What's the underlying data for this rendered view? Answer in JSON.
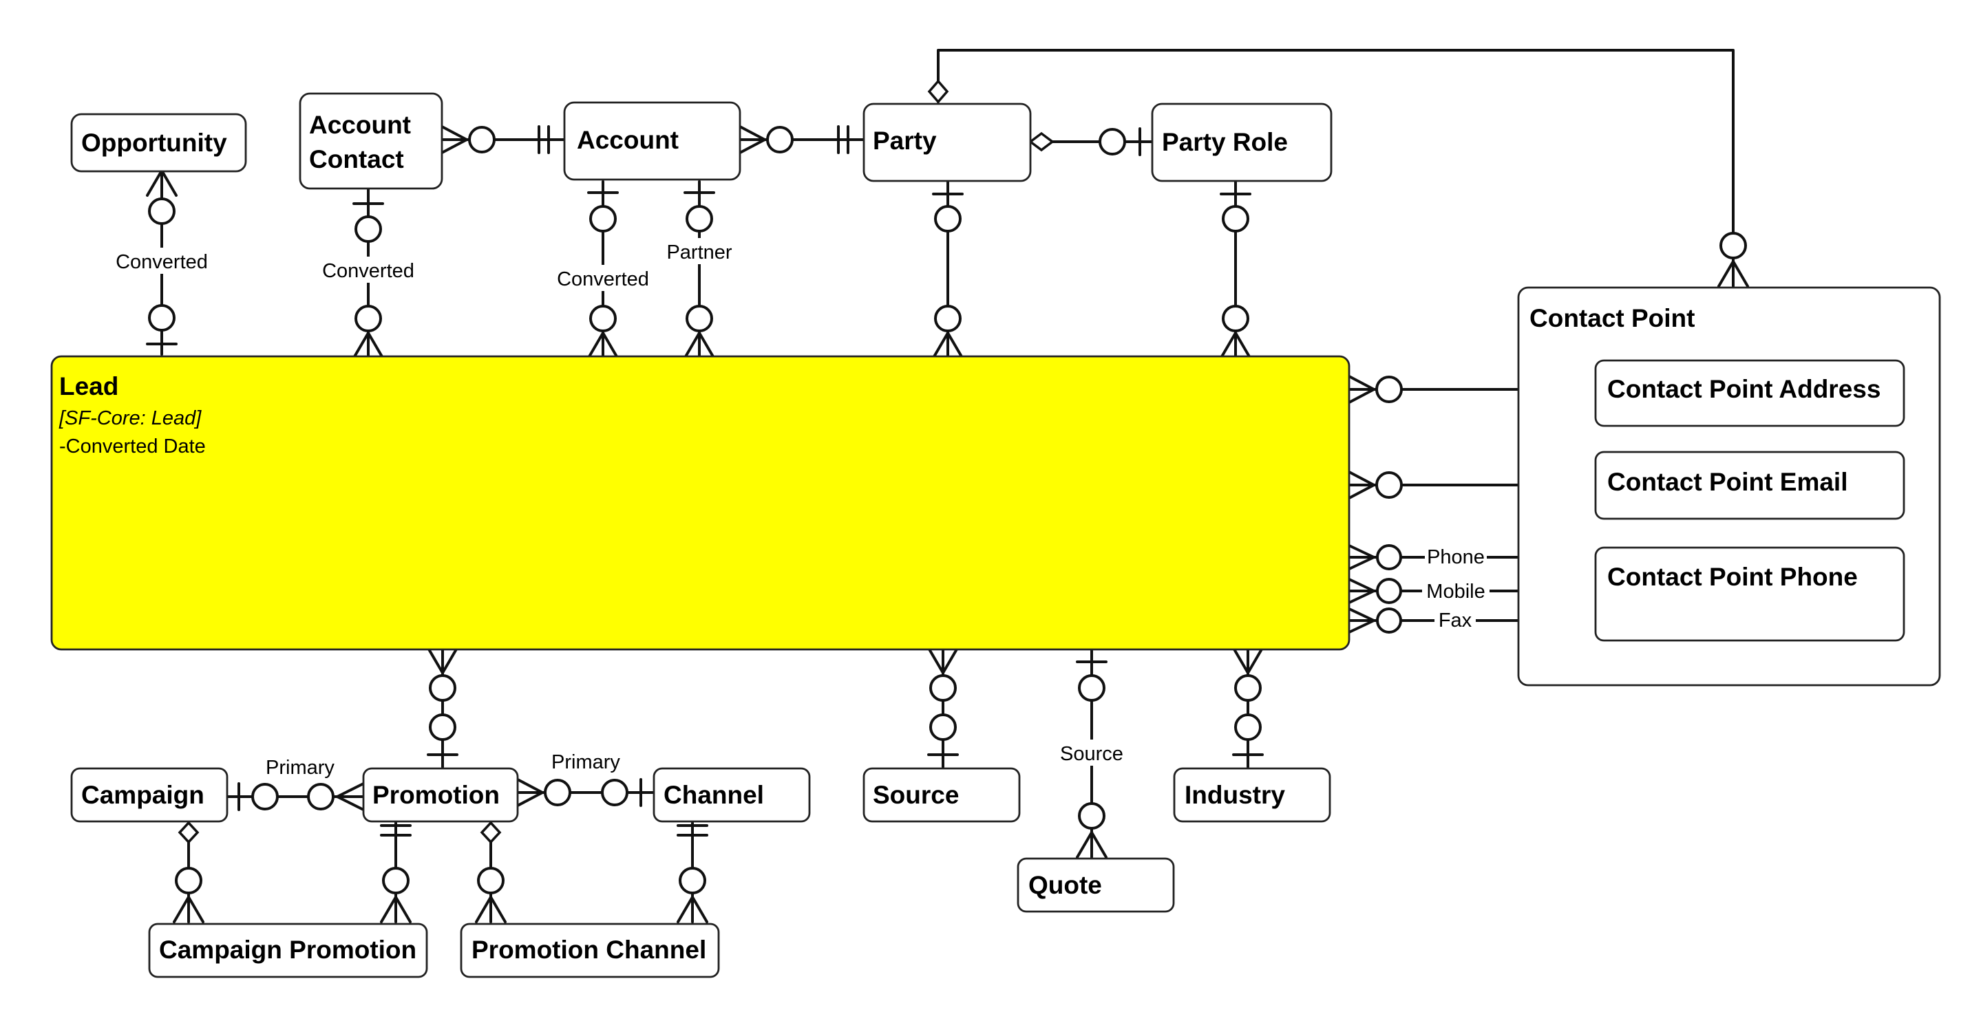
{
  "colors": {
    "lead_fill": "#ffff00",
    "entity_fill": "#ffffff",
    "line": "#111111"
  },
  "entities": {
    "opportunity": "Opportunity",
    "account_contact_line1": "Account",
    "account_contact_line2": "Contact",
    "account": "Account",
    "party": "Party",
    "party_role": "Party Role",
    "lead": "Lead",
    "lead_stereotype": "[SF-Core: Lead]",
    "lead_attribute": "-Converted Date",
    "contact_point": "Contact Point",
    "contact_point_address": "Contact Point Address",
    "contact_point_email": "Contact Point Email",
    "contact_point_phone": "Contact Point Phone",
    "campaign": "Campaign",
    "promotion": "Promotion",
    "channel": "Channel",
    "source": "Source",
    "industry": "Industry",
    "quote": "Quote",
    "campaign_promotion": "Campaign Promotion",
    "promotion_channel": "Promotion Channel"
  },
  "relationships": {
    "opportunity_converted": "Converted",
    "account_contact_converted": "Converted",
    "account_converted": "Converted",
    "account_partner": "Partner",
    "quote_source": "Source",
    "phone": "Phone",
    "mobile": "Mobile",
    "fax": "Fax",
    "campaign_promotion_primary": "Primary",
    "promotion_channel_primary": "Primary"
  }
}
